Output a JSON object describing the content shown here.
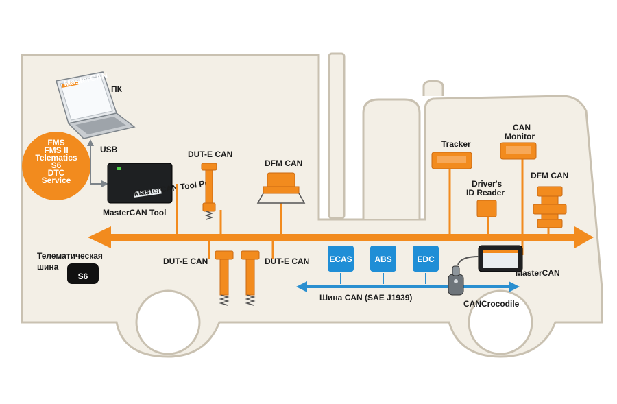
{
  "colors": {
    "truck_fill": "#f3efe6",
    "truck_outline": "#c9c1b1",
    "orange": "#f28b1e",
    "orange_dark": "#c96a12",
    "can_blue": "#2a8fd0",
    "box_blue": "#1f8ed6",
    "text": "#1c1c1c"
  },
  "labels": {
    "pc": "ПК",
    "usb": "USB",
    "dut_e_can_top": "DUT-E CAN",
    "dfm_can_center": "DFM CAN",
    "tracker": "Tracker",
    "can_monitor_line1": "CAN",
    "can_monitor_line2": "Monitor",
    "drivers_id_line1": "Driver's",
    "drivers_id_line2": "ID Reader",
    "dfm_can_right": "DFM CAN",
    "mastercan_tool": "MasterCAN Tool",
    "dut_e_can_left": "DUT-E CAN",
    "dut_e_can_right": "DUT-E CAN",
    "telematics_line1": "Телематическая",
    "telematics_line2": "шина",
    "s6_badge": "S6",
    "can_bus": "Шина CAN (SAE J1939)",
    "cancrocodile": "CANCrocodile",
    "mastercan": "MasterCAN"
  },
  "features_circle": [
    "FMS",
    "FMS II",
    "Telematics",
    "S6",
    "DTC",
    "Service"
  ],
  "ecu_boxes": [
    "ECAS",
    "ABS",
    "EDC"
  ],
  "laptop_screen_title": "MasterCAN",
  "tool_face_text": "MasterCAN Tool Pro"
}
